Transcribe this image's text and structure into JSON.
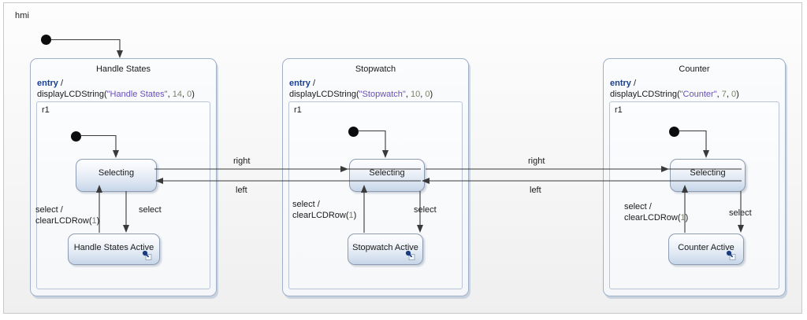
{
  "diagram": {
    "root_label": "hmi",
    "accent_keyword_color": "#1a3f8f",
    "accent_string_color": "#6a4fbb",
    "accent_number_color": "#7f7f6a",
    "state_border_color": "#8d9cb2",
    "composite_border_color": "#9fb0c7"
  },
  "composites": [
    {
      "title": "Handle States",
      "entry_keyword": "entry",
      "entry_slash": "/",
      "action_prefix": "displayLCDString(",
      "action_string": "\"Handle States\"",
      "action_sep1": ", ",
      "action_arg1": "14",
      "action_sep2": ", ",
      "action_arg2": "0",
      "action_suffix": ")",
      "region_label": "r1",
      "selecting_label": "Selecting",
      "active_label": "Handle States Active",
      "enter_label": "select",
      "return_label_line1": "select /",
      "return_label_line2": "clearLCDRow(1)",
      "return_arg": "1"
    },
    {
      "title": "Stopwatch",
      "entry_keyword": "entry",
      "entry_slash": "/",
      "action_prefix": "displayLCDString(",
      "action_string": "\"Stopwatch\"",
      "action_sep1": ", ",
      "action_arg1": "10",
      "action_sep2": ", ",
      "action_arg2": "0",
      "action_suffix": ")",
      "region_label": "r1",
      "selecting_label": "Selecting",
      "active_label": "Stopwatch Active",
      "enter_label": "select",
      "return_label_line1": "select /",
      "return_label_line2": "clearLCDRow(1)",
      "return_arg": "1"
    },
    {
      "title": "Counter",
      "entry_keyword": "entry",
      "entry_slash": "/",
      "action_prefix": "displayLCDString(",
      "action_string": "\"Counter\"",
      "action_sep1": ", ",
      "action_arg1": "7",
      "action_sep2": ", ",
      "action_arg2": "0",
      "action_suffix": ")",
      "region_label": "r1",
      "selecting_label": "Selecting",
      "active_label": "Counter Active",
      "enter_label": "select",
      "return_label_line1": "select /",
      "return_label_line2": "clearLCDRow(1)",
      "return_arg": "1"
    }
  ],
  "inter_transitions": [
    {
      "right_label": "right",
      "left_label": "left"
    },
    {
      "right_label": "right",
      "left_label": "left"
    }
  ]
}
